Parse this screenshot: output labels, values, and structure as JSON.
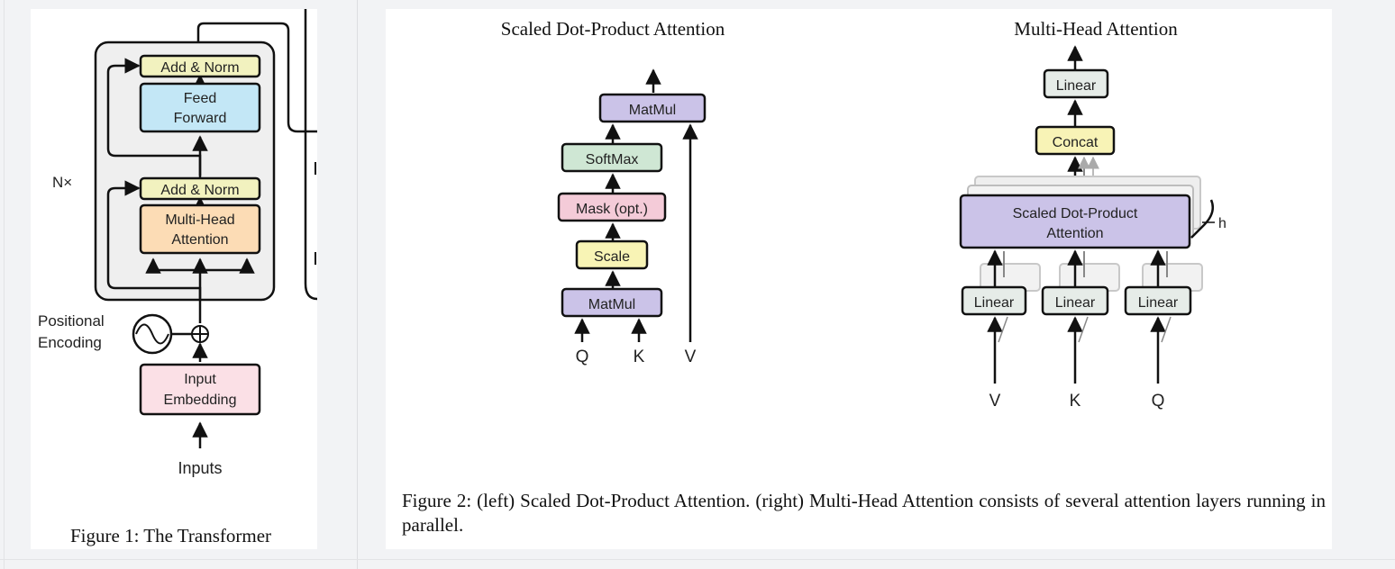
{
  "figure1": {
    "caption": "Figure 1: The Transformer",
    "repeat_label": "N×",
    "blocks": {
      "add_norm_top": "Add & Norm",
      "feed_forward_line1": "Feed",
      "feed_forward_line2": "Forward",
      "add_norm_bottom": "Add & Norm",
      "multi_head_line1": "Multi-Head",
      "multi_head_line2": "Attention",
      "input_embedding_line1": "Input",
      "input_embedding_line2": "Embedding"
    },
    "positional_line1": "Positional",
    "positional_line2": "Encoding",
    "inputs_label": "Inputs",
    "colors": {
      "add_norm": "#f2f2bf",
      "feed_forward": "#c3e7f6",
      "multi_head": "#fcdcb5",
      "input_embedding": "#fbe0e6",
      "encoder_bg": "#efefef"
    }
  },
  "sdpa": {
    "title": "Scaled Dot-Product Attention",
    "matmul_top": "MatMul",
    "softmax": "SoftMax",
    "mask": "Mask (opt.)",
    "scale": "Scale",
    "matmul_bottom": "MatMul",
    "q": "Q",
    "k": "K",
    "v": "V",
    "colors": {
      "matmul": "#cbc3e8",
      "softmax": "#cfe7d4",
      "mask": "#f4cbd8",
      "scale": "#f8f4b5"
    }
  },
  "mha": {
    "title": "Multi-Head Attention",
    "linear_top": "Linear",
    "concat": "Concat",
    "sdpa_line1": "Scaled Dot-Product",
    "sdpa_line2": "Attention",
    "h_label": "h",
    "linear_v": "Linear",
    "linear_k": "Linear",
    "linear_q": "Linear",
    "v": "V",
    "k": "K",
    "q": "Q",
    "colors": {
      "linear": "#e6ece8",
      "concat": "#f8f3b6",
      "sdpa": "#cbc3e8"
    }
  },
  "figure2": {
    "caption": "Figure 2: (left) Scaled Dot-Product Attention. (right) Multi-Head Attention consists of several attention layers running in parallel."
  }
}
